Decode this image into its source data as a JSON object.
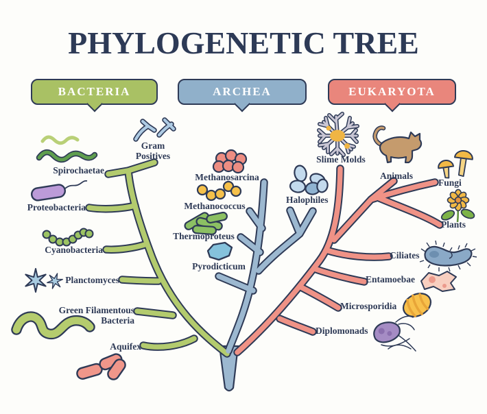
{
  "title": "PHYLOGENETIC TREE",
  "colors": {
    "background": "#fdfdfa",
    "outline": "#2e3a56",
    "bacteria_badge": "#a9c164",
    "archea_badge": "#90b0ca",
    "eukaryota_badge": "#e9867c",
    "bacteria_branch": "#b3cb6e",
    "archea_branch": "#9cb8d0",
    "eukaryota_branch": "#ef9286"
  },
  "groups": [
    {
      "label": "BACTERIA",
      "members": [
        {
          "label": "Spirochaetae",
          "icon": "spirochaete-squiggles"
        },
        {
          "label": "Gram Positives",
          "icon": "branched-rods"
        },
        {
          "label": "Proteobacteria",
          "icon": "flagellated-bacillus"
        },
        {
          "label": "Cyanobacteria",
          "icon": "bead-chain"
        },
        {
          "label": "Planctomyces",
          "icon": "star-cells"
        },
        {
          "label": "Green Filamentous Bacteria",
          "icon": "filament-worm"
        },
        {
          "label": "Aquifex",
          "icon": "rod-capsules"
        }
      ]
    },
    {
      "label": "ARCHEA",
      "members": [
        {
          "label": "Methanosarcina",
          "icon": "pink-cell-cluster"
        },
        {
          "label": "Methanococcus",
          "icon": "yellow-cocci"
        },
        {
          "label": "Thermoproteus",
          "icon": "green-rods"
        },
        {
          "label": "Pyrodicticum",
          "icon": "blue-blob"
        },
        {
          "label": "Halophiles",
          "icon": "blue-ovals"
        }
      ]
    },
    {
      "label": "EUKARYOTA",
      "members": [
        {
          "label": "Slime Molds",
          "icon": "dendritic-mold"
        },
        {
          "label": "Animals",
          "icon": "cat"
        },
        {
          "label": "Fungi",
          "icon": "mushrooms"
        },
        {
          "label": "Plants",
          "icon": "flower"
        },
        {
          "label": "Ciliates",
          "icon": "ciliate-cell"
        },
        {
          "label": "Entamoebae",
          "icon": "amoeba"
        },
        {
          "label": "Microsporidia",
          "icon": "striped-spore"
        },
        {
          "label": "Diplomonads",
          "icon": "flagellated-teardrop"
        }
      ]
    }
  ]
}
